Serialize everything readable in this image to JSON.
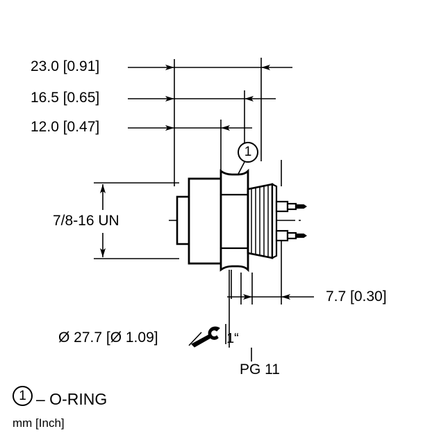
{
  "drawing": {
    "type": "technical-dimensional-drawing",
    "subject": "panel-mount circular connector, 7/8-16 UN thread, PG 11 rear entry",
    "units_note": "mm [Inch]",
    "colors": {
      "line": "#000000",
      "background": "#ffffff"
    }
  },
  "dimensions": {
    "overall_length": {
      "label": "23.0 [0.91]",
      "mm": 23.0,
      "inch": 0.91
    },
    "mid_length": {
      "label": "16.5 [0.65]",
      "mm": 16.5,
      "inch": 0.65
    },
    "front_length": {
      "label": "12.0 [0.47]",
      "mm": 12.0,
      "inch": 0.47
    },
    "thread": {
      "label": "7/8-16 UN"
    },
    "rear_length": {
      "label": "7.7 [0.30]",
      "mm": 7.7,
      "inch": 0.3
    },
    "flange_diameter": {
      "label": "Ø 27.7 [Ø 1.09]",
      "mm": 27.7,
      "inch": 1.09
    },
    "wrench_size": {
      "label": "1“",
      "icon": "wrench-icon"
    },
    "rear_thread": {
      "label": "PG 11"
    }
  },
  "callouts": {
    "balloon_1": {
      "number": "1"
    }
  },
  "legend": {
    "balloon_number": "1",
    "item_label": "– O-RING",
    "units": "mm [Inch]"
  }
}
